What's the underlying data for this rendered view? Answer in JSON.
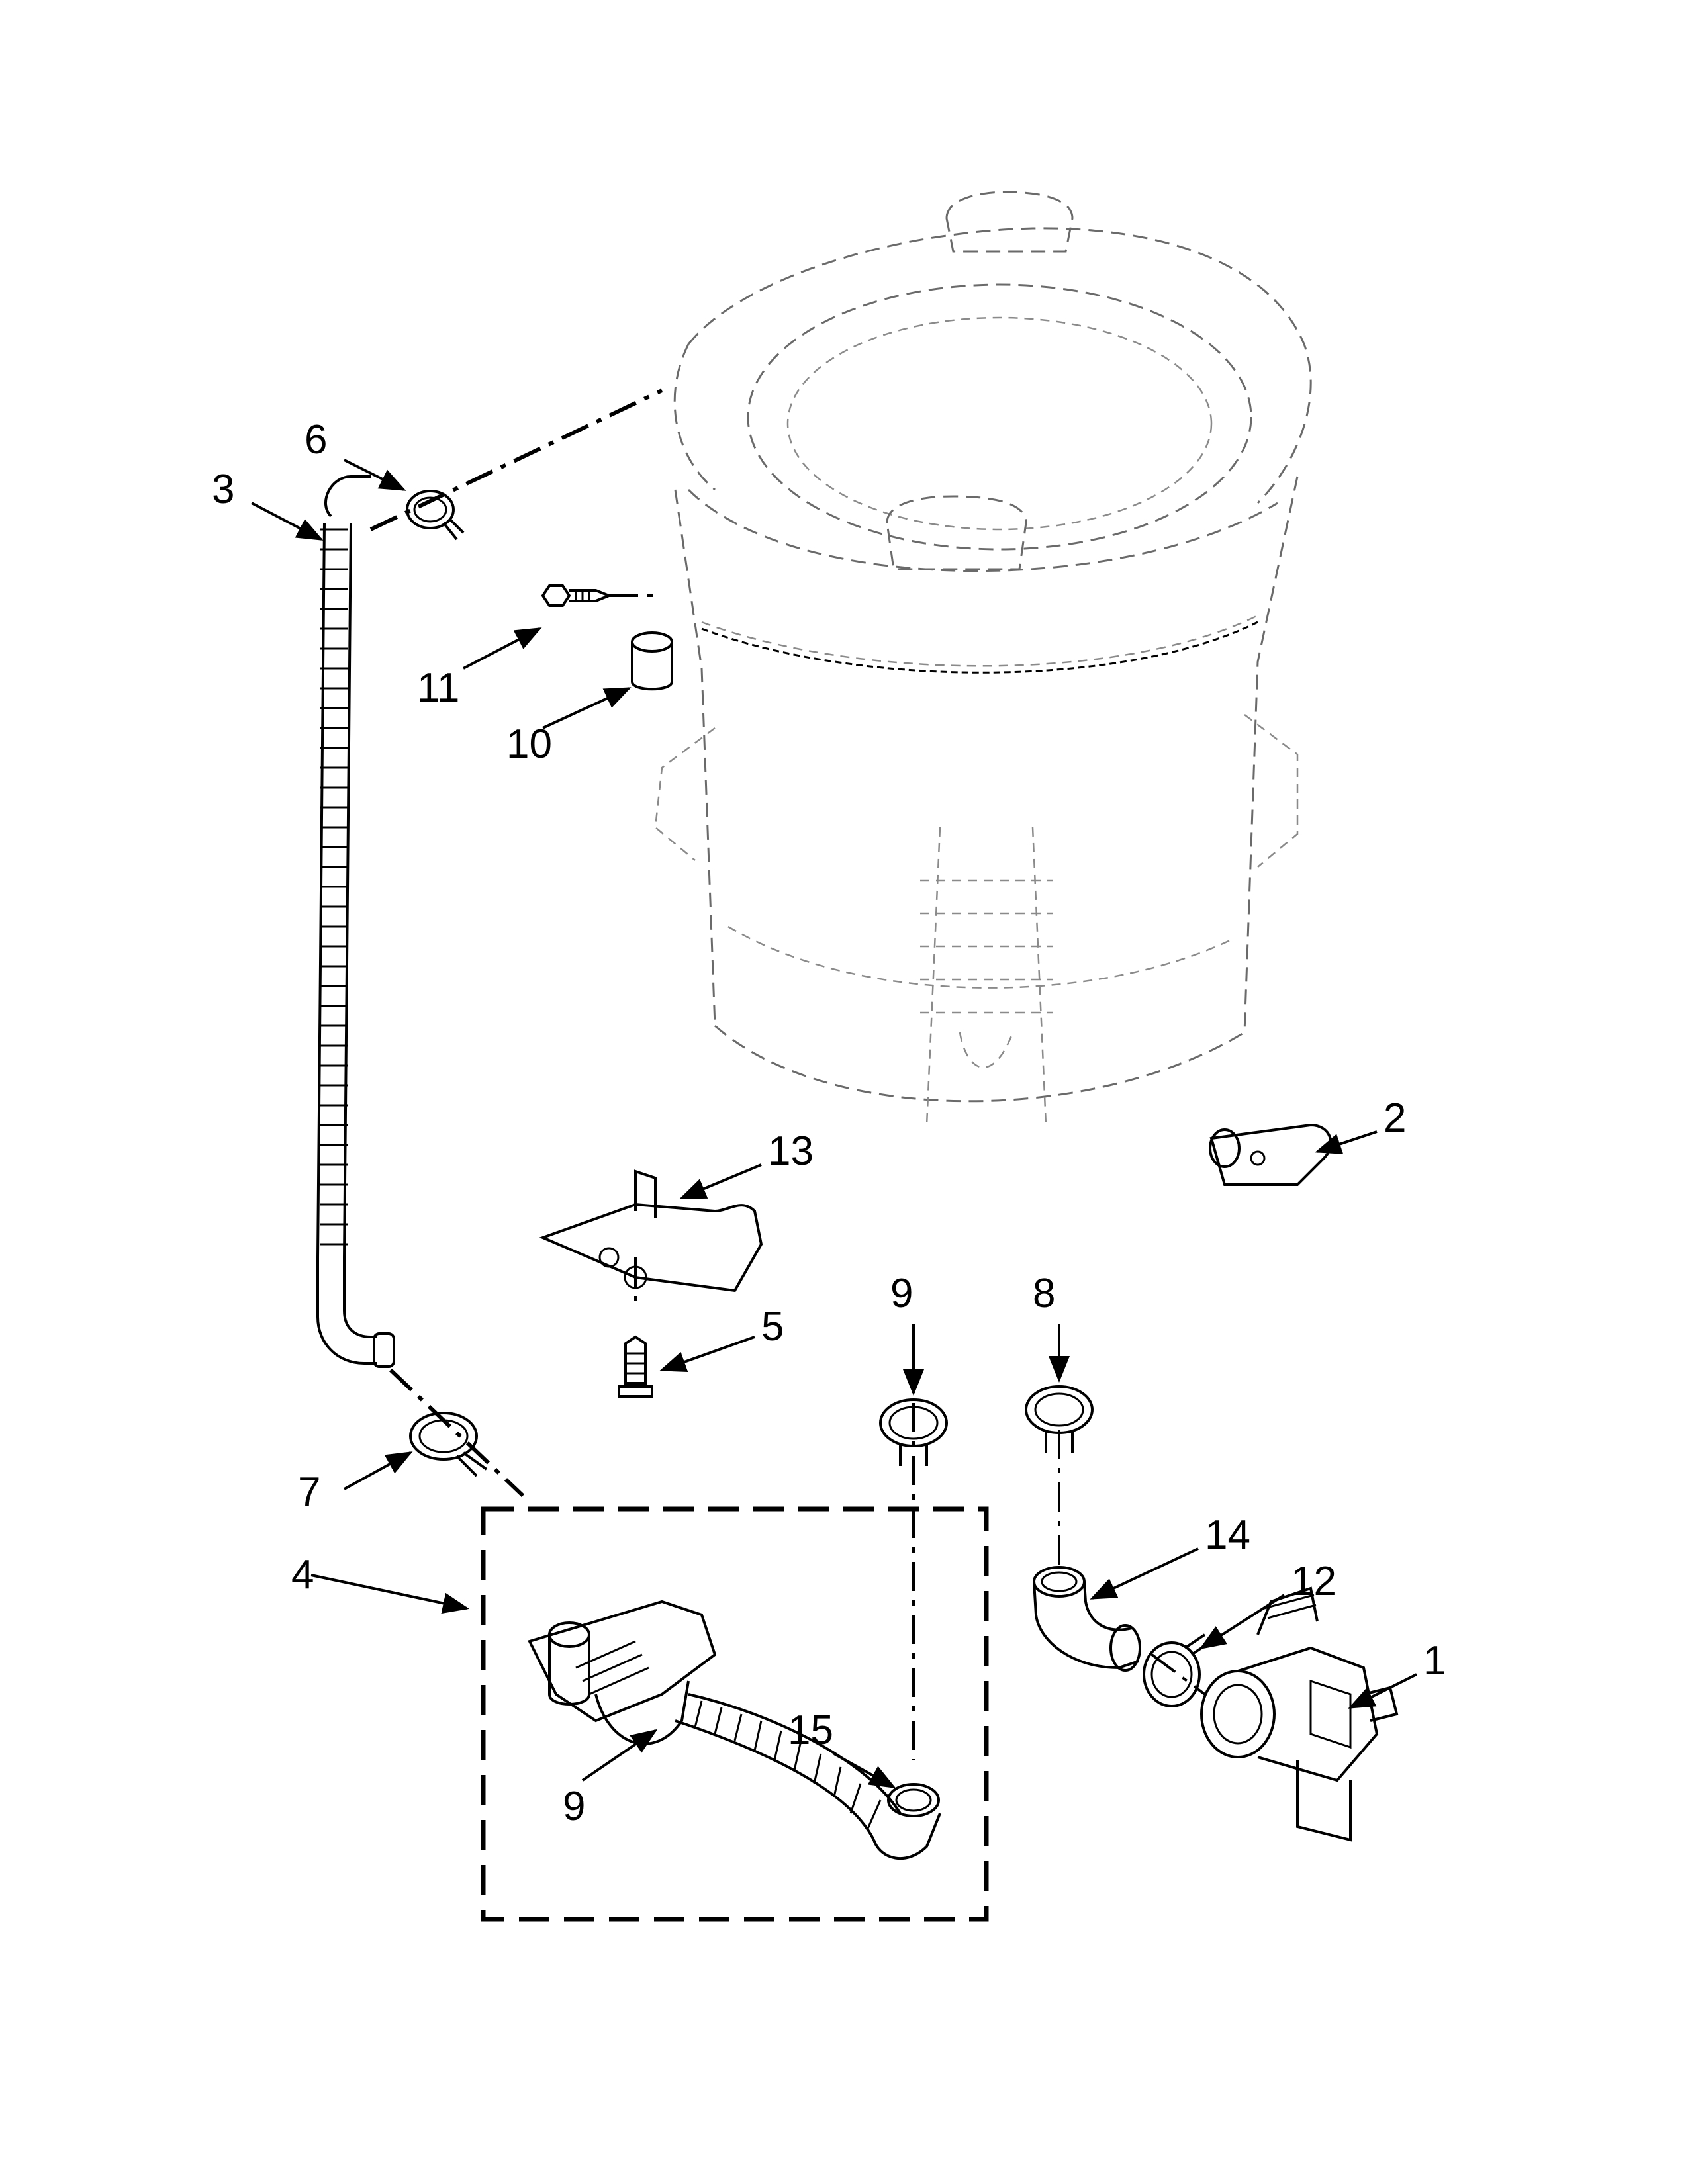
{
  "diagram": {
    "type": "exploded parts diagram",
    "callouts": [
      {
        "id": "1",
        "label": "1"
      },
      {
        "id": "2",
        "label": "2"
      },
      {
        "id": "3",
        "label": "3"
      },
      {
        "id": "4",
        "label": "4"
      },
      {
        "id": "5",
        "label": "5"
      },
      {
        "id": "6",
        "label": "6"
      },
      {
        "id": "7",
        "label": "7"
      },
      {
        "id": "8",
        "label": "8"
      },
      {
        "id": "9a",
        "label": "9"
      },
      {
        "id": "9b",
        "label": "9"
      },
      {
        "id": "10",
        "label": "10"
      },
      {
        "id": "11",
        "label": "11"
      },
      {
        "id": "12",
        "label": "12"
      },
      {
        "id": "13",
        "label": "13"
      },
      {
        "id": "14",
        "label": "14"
      },
      {
        "id": "15",
        "label": "15"
      }
    ]
  }
}
